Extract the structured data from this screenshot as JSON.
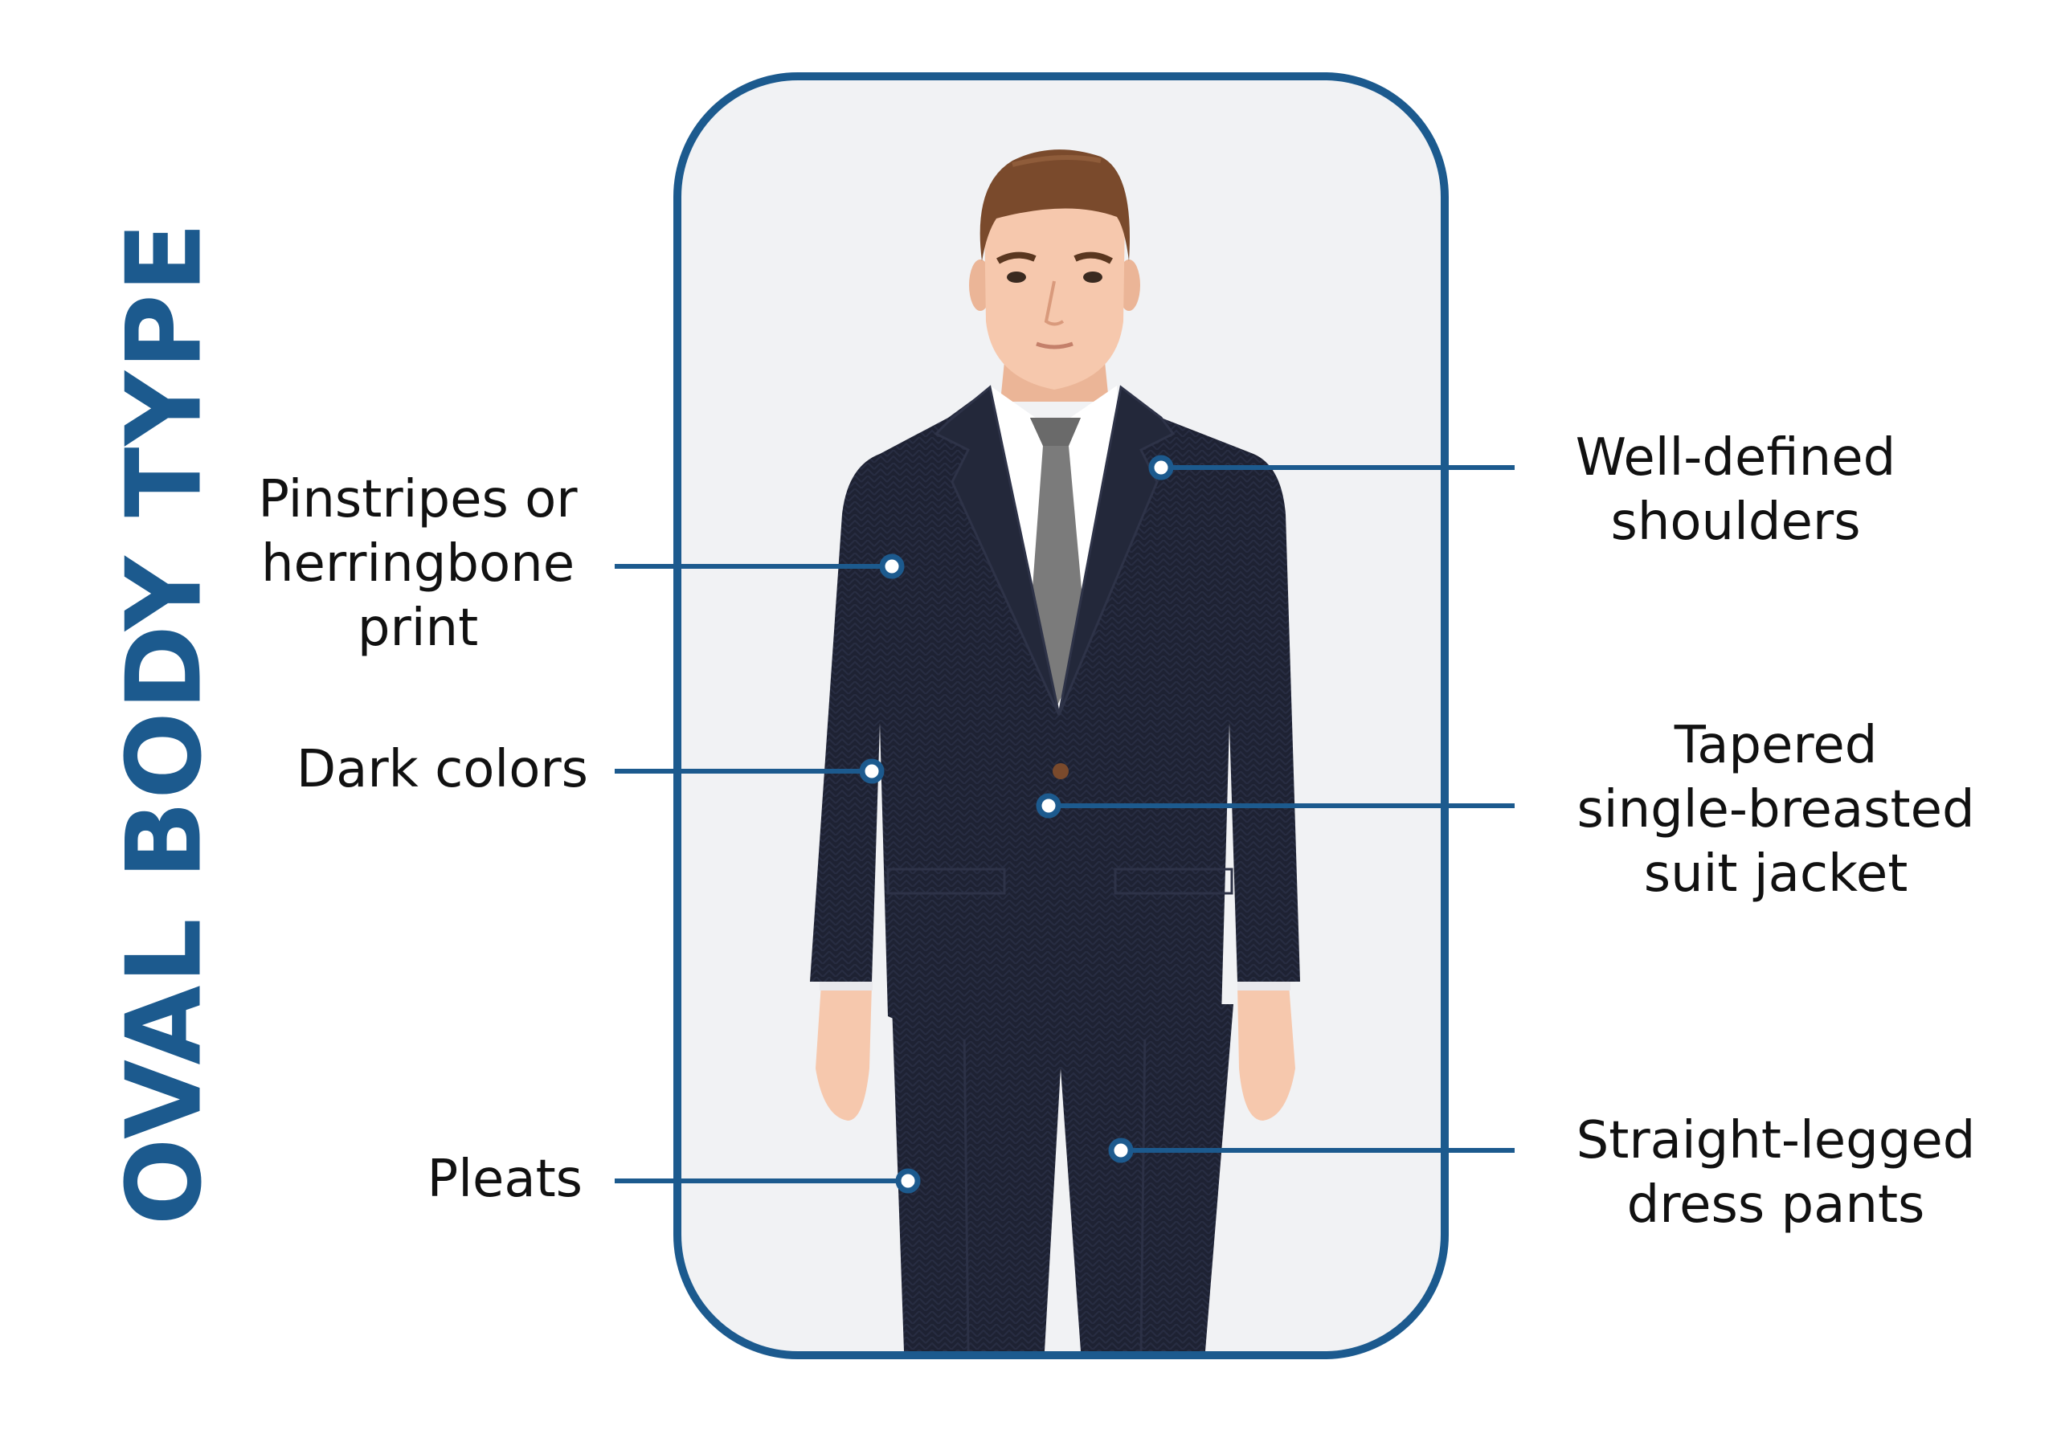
{
  "title": "OVAL BODY TYPE",
  "colors": {
    "accent": "#1c5a8e",
    "panel_bg": "#f1f2f4",
    "suit": "#1e2233",
    "tie": "#7b7b7b",
    "skin": "#f6c8ad",
    "hair": "#7a4a2c"
  },
  "callouts": {
    "pinstripes": [
      "Pinstripes or",
      "herringbone",
      "print"
    ],
    "dark_colors": [
      "Dark colors"
    ],
    "pleats": [
      "Pleats"
    ],
    "shoulders": [
      "Well-defined",
      "shoulders"
    ],
    "jacket": [
      "Tapered",
      "single-breasted",
      "suit jacket"
    ],
    "pants": [
      "Straight-legged",
      "dress pants"
    ]
  }
}
